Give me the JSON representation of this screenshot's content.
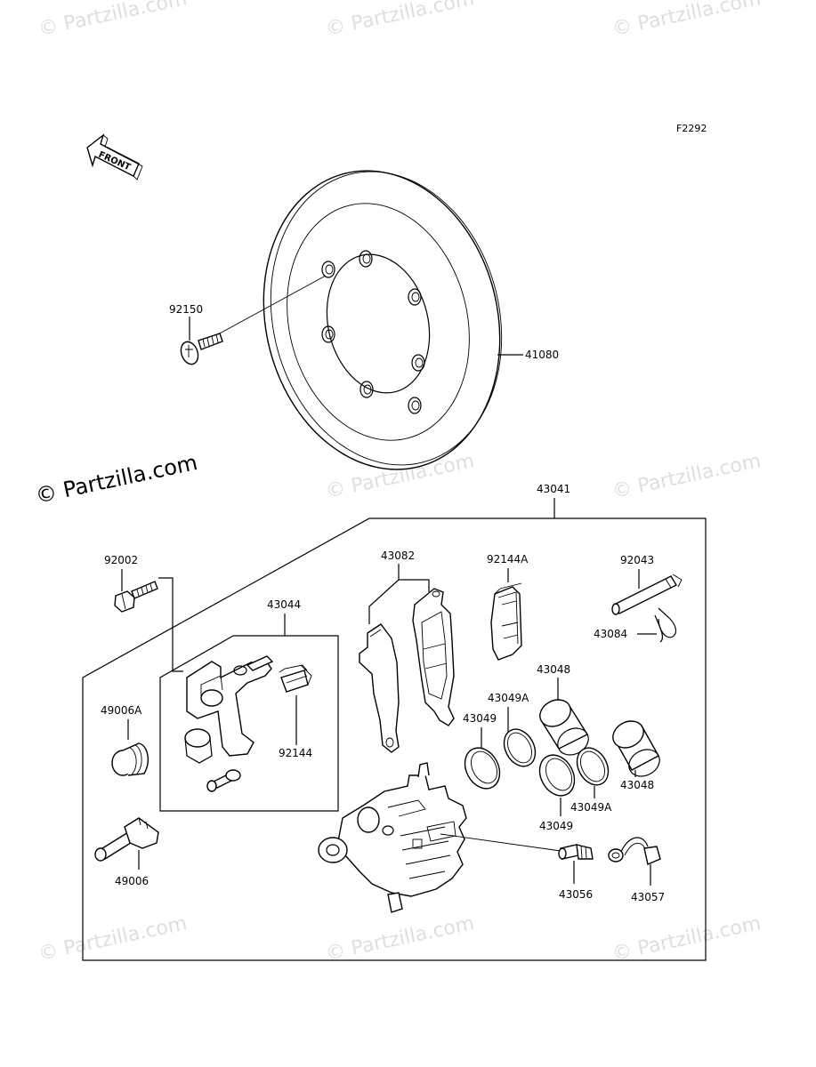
{
  "figure_code": "F2292",
  "front_arrow_label": "FRONT",
  "copyright_notice": "© Partzilla.com",
  "watermark_text": "© Partzilla.com",
  "callouts": {
    "p92150": "92150",
    "p41080": "41080",
    "p43041": "43041",
    "p92002": "92002",
    "p43082": "43082",
    "p92144A": "92144A",
    "p92043": "92043",
    "p43044": "43044",
    "p43084": "43084",
    "p49006A": "49006A",
    "p43048a": "43048",
    "p43049Aa": "43049A",
    "p43049a": "43049",
    "p92144": "92144",
    "p43048b": "43048",
    "p43049Ab": "43049A",
    "p43049b": "43049",
    "p49006": "49006",
    "p43056": "43056",
    "p43057": "43057"
  }
}
